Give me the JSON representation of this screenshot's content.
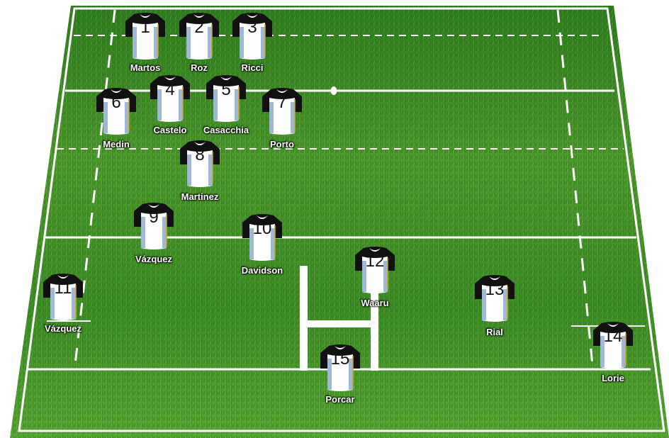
{
  "colors": {
    "grass_dark": "#2f7d1f",
    "grass_light": "#5fb03a",
    "lines": "#ffffff",
    "jersey_body": "#ffffff",
    "jersey_shoulders": "#111111",
    "jersey_shade": "#9fb8d6",
    "jersey_trim": "#d4a21a"
  },
  "icons": {
    "jersey": "rugby-jersey-icon",
    "ball": "rugby-ball-icon",
    "posts": "goal-posts-icon"
  },
  "players": [
    {
      "number": "1",
      "name": "Martos"
    },
    {
      "number": "2",
      "name": "Roz"
    },
    {
      "number": "3",
      "name": "Ricci"
    },
    {
      "number": "4",
      "name": "Castelo"
    },
    {
      "number": "5",
      "name": "Casacchia"
    },
    {
      "number": "6",
      "name": "Medin"
    },
    {
      "number": "7",
      "name": "Porto"
    },
    {
      "number": "8",
      "name": "Martinez"
    },
    {
      "number": "9",
      "name": "Vázquez"
    },
    {
      "number": "10",
      "name": "Davidson"
    },
    {
      "number": "11",
      "name": "Vázquez"
    },
    {
      "number": "12",
      "name": "Waaru"
    },
    {
      "number": "13",
      "name": "Rial"
    },
    {
      "number": "14",
      "name": "Lorie"
    },
    {
      "number": "15",
      "name": "Porcar"
    }
  ]
}
